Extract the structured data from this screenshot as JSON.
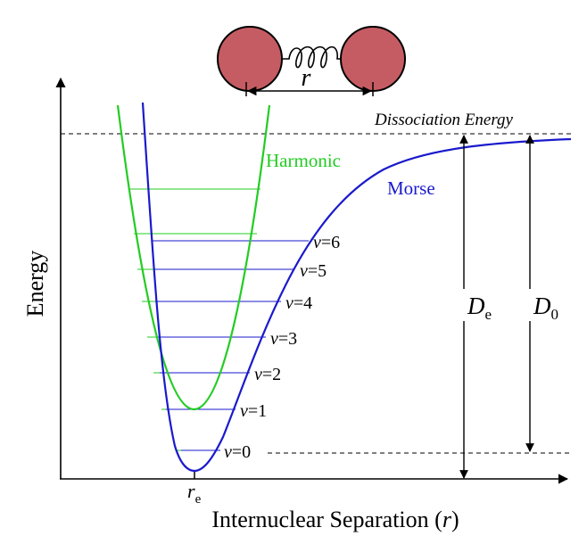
{
  "labels": {
    "y_axis": "Energy",
    "x_axis_main": "Internuclear Separation (",
    "x_axis_var": "r",
    "x_axis_close": ")",
    "bond_length_var": "r",
    "equilibrium_var": "r",
    "equilibrium_sub": "e",
    "dissociation": "Dissociation Energy",
    "harmonic": "Harmonic",
    "morse": "Morse",
    "de_var": "D",
    "de_sub": "e",
    "d0_var": "D",
    "d0_sub": "0"
  },
  "levels": [
    {
      "v": "v",
      "eq": "=",
      "n": "0"
    },
    {
      "v": "v",
      "eq": "=",
      "n": "1"
    },
    {
      "v": "v",
      "eq": "=",
      "n": "2"
    },
    {
      "v": "v",
      "eq": "=",
      "n": "3"
    },
    {
      "v": "v",
      "eq": "=",
      "n": "4"
    },
    {
      "v": "v",
      "eq": "=",
      "n": "5"
    },
    {
      "v": "v",
      "eq": "=",
      "n": "6"
    }
  ],
  "colors": {
    "harmonic": "#22cc22",
    "morse": "#1a1acc",
    "atom_fill": "#c65c63",
    "axis": "#000000"
  }
}
